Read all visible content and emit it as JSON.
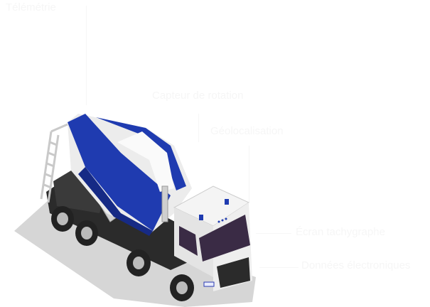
{
  "labels": {
    "top_left": "Télémétrie",
    "rotation_sensor": "Capteur de rotation",
    "geolocation": "Géolocalisation",
    "tachograph_screen": "Écran tachygraphe",
    "electronic_data": "Données électroniques"
  },
  "colors": {
    "drum_blue": "#1f3bb0",
    "drum_white": "#f2f2f2",
    "cab_white": "#f4f4f4",
    "chassis": "#2b2b2b",
    "windshield": "#3a2b45",
    "shadow": "#d6d6d6"
  }
}
